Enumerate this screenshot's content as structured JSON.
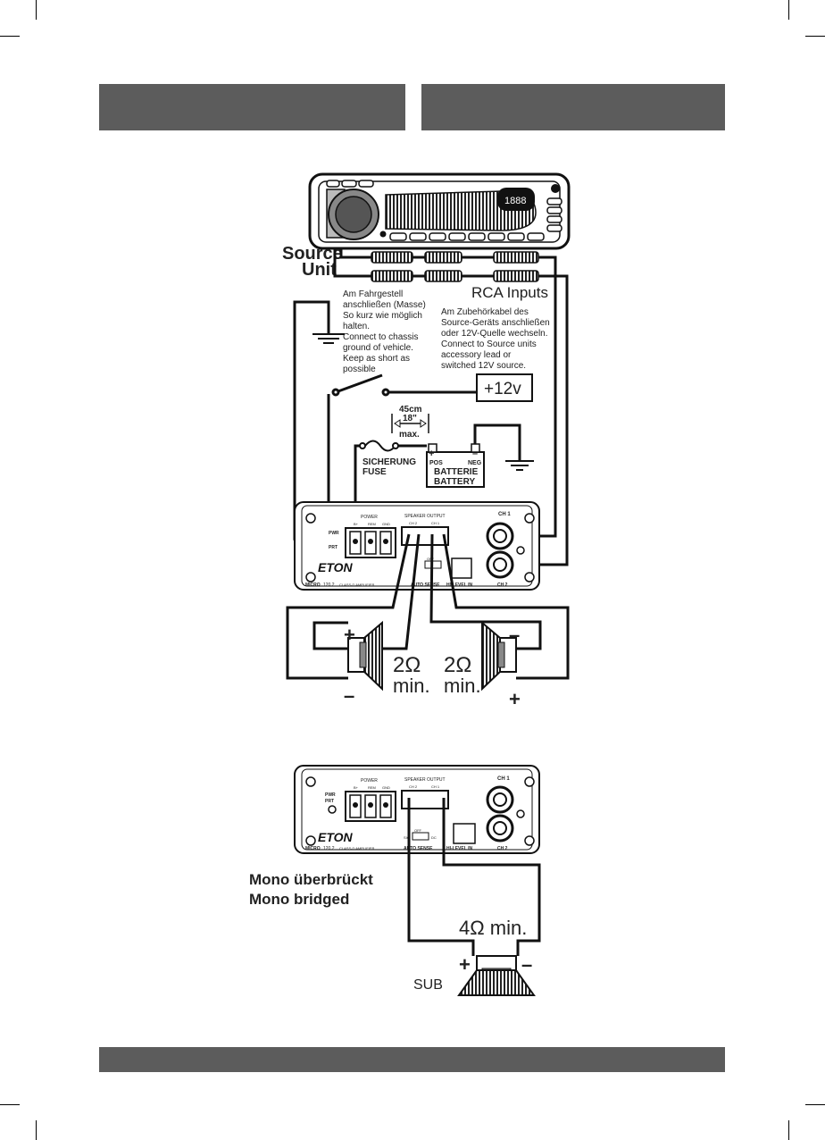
{
  "header": {
    "left_bar": "",
    "right_bar": ""
  },
  "source_unit": {
    "label_line1": "Source",
    "label_line2": "Unit"
  },
  "rca": {
    "label": "RCA Inputs"
  },
  "ground_note": {
    "de_line1": "Am Fahrgestell",
    "de_line2": "anschließen (Masse)",
    "de_line3": "So kurz wie möglich",
    "de_line4": "halten.",
    "en_line1": "Connect to chassis",
    "en_line2": "ground of vehicle.",
    "en_line3": "Keep as short as",
    "en_line4": "possible"
  },
  "remote_note": {
    "de_line1": "Am Zubehörkabel des",
    "de_line2": "Source-Geräts anschließen",
    "de_line3": "oder 12V-Quelle wechseln.",
    "en_line1": "Connect to Source units",
    "en_line2": "accessory lead or",
    "en_line3": "switched 12V source."
  },
  "plus12v": "+12v",
  "fuse_distance": {
    "cm": "45cm",
    "inch": "18\"",
    "max": "max."
  },
  "fuse": {
    "de": "SICHERUNG",
    "en": "FUSE"
  },
  "battery": {
    "pos_sign": "+",
    "neg_sign": "–",
    "pos": "POS",
    "neg": "NEG",
    "de": "BATTERIE",
    "en": "BATTERY"
  },
  "amplifier": {
    "power": "POWER",
    "b_plus": "B+",
    "rem": "REM",
    "gnd": "GND",
    "pwr": "PWR",
    "prt": "PRT",
    "speaker_output": "SPEAKER OUTPUT",
    "ch2": "CH 2",
    "ch1": "CH 1",
    "brand": "ETON",
    "model": "MICRO",
    "model_no": "120.2",
    "subtitle": "CLASS-D AMPLIFIER",
    "auto_sense": "AUTO SENSE",
    "off": "OFF",
    "hi_level_in": "HI-LEVEL IN",
    "sig": "SIG",
    "dc": "DC"
  },
  "speakers": {
    "left_min": "2Ω",
    "left_min2": "min.",
    "right_min": "2Ω",
    "right_min2": "min.",
    "plus": "+",
    "minus": "–"
  },
  "bridged": {
    "de": "Mono überbrückt",
    "en": "Mono bridged",
    "sub_min": "4Ω min.",
    "sub": "SUB"
  },
  "footer": {
    "bar": ""
  }
}
